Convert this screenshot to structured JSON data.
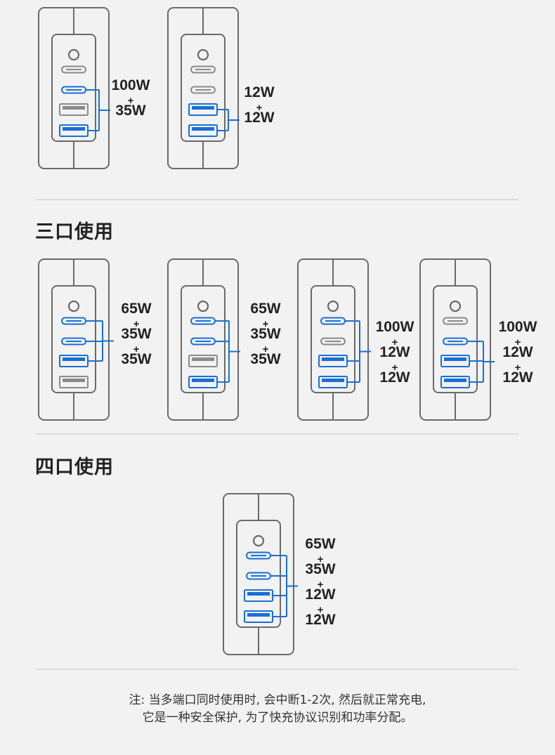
{
  "colors": {
    "accent": "#1a6fd6",
    "outline": "#6a6a6a",
    "gray_port": "#8a8a8a",
    "text": "#222222",
    "background": "#f2f2f2"
  },
  "sections": [
    {
      "title": ""
    },
    {
      "title": "三口使用"
    },
    {
      "title": "四口使用"
    }
  ],
  "configs": [
    {
      "ports": [
        "ring",
        "cgray",
        "cblue",
        "agray",
        "ablue"
      ],
      "lines": [
        "100W",
        "+",
        "35W"
      ]
    },
    {
      "ports": [
        "ring",
        "cgray",
        "cgray",
        "ablue",
        "ablue"
      ],
      "lines": [
        "12W",
        "+",
        "12W"
      ]
    },
    {
      "ports": [
        "ring",
        "cblue",
        "cblue",
        "ablue",
        "agray"
      ],
      "lines": [
        "65W",
        "+",
        "35W",
        "+",
        "35W"
      ]
    },
    {
      "ports": [
        "ring",
        "cblue",
        "cblue",
        "agray",
        "ablue"
      ],
      "lines": [
        "65W",
        "+",
        "35W",
        "+",
        "35W"
      ]
    },
    {
      "ports": [
        "ring",
        "cblue",
        "cgray",
        "ablue",
        "ablue"
      ],
      "lines": [
        "100W",
        "+",
        "12W",
        "+",
        "12W"
      ]
    },
    {
      "ports": [
        "ring",
        "cgray",
        "cblue",
        "ablue",
        "ablue"
      ],
      "lines": [
        "100W",
        "+",
        "12W",
        "+",
        "12W"
      ]
    },
    {
      "ports": [
        "ring",
        "cblue",
        "cblue",
        "ablue",
        "ablue"
      ],
      "lines": [
        "65W",
        "+",
        "35W",
        "+",
        "12W",
        "+",
        "12W"
      ]
    }
  ],
  "note": {
    "line1": "注: 当多端口同时使用时, 会中断1-2次, 然后就正常充电,",
    "line2": "它是一种安全保护, 为了快充协议识别和功率分配。"
  }
}
